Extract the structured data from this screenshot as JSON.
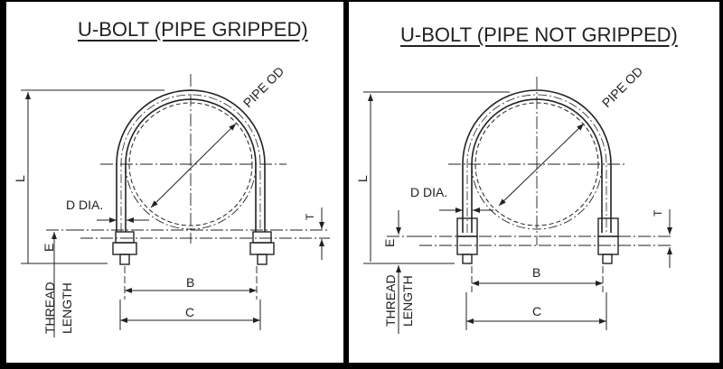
{
  "panels": [
    {
      "title": "U-BOLT (PIPE GRIPPED)",
      "labels": {
        "pipe_od": "PIPE OD",
        "d_dia": "D DIA.",
        "l": "L",
        "e": "E",
        "t": "T",
        "b": "B",
        "c": "C",
        "thread": "THREAD",
        "length": "LENGTH"
      }
    },
    {
      "title": "U-BOLT (PIPE NOT GRIPPED)",
      "labels": {
        "pipe_od": "PIPE OD",
        "d_dia": "D DIA.",
        "l": "L",
        "e": "E",
        "t": "T",
        "b": "B",
        "c": "C",
        "thread": "THREAD",
        "length": "LENGTH"
      }
    }
  ],
  "colors": {
    "background": "#000000",
    "panel": "#ffffff",
    "ink": "#222222"
  }
}
